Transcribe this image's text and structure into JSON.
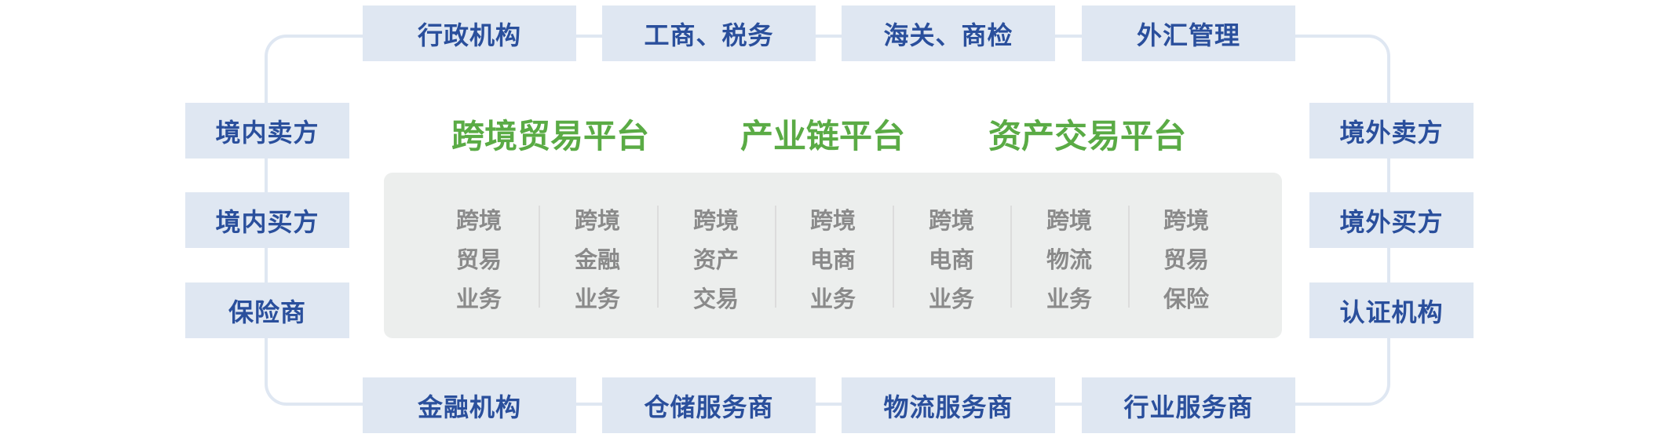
{
  "top": [
    "行政机构",
    "工商、税务",
    "海关、商检",
    "外汇管理"
  ],
  "bottom": [
    "金融机构",
    "仓储服务商",
    "物流服务商",
    "行业服务商"
  ],
  "left": [
    "境内卖方",
    "境内买方",
    "保险商"
  ],
  "right": [
    "境外卖方",
    "境外买方",
    "认证机构"
  ],
  "platforms": [
    "跨境贸易平台",
    "产业链平台",
    "资产交易平台"
  ],
  "services": [
    [
      "跨境",
      "贸易",
      "业务"
    ],
    [
      "跨境",
      "金融",
      "业务"
    ],
    [
      "跨境",
      "资产",
      "交易"
    ],
    [
      "跨境",
      "电商",
      "业务"
    ],
    [
      "跨境",
      "电商",
      "业务"
    ],
    [
      "跨境",
      "物流",
      "业务"
    ],
    [
      "跨境",
      "贸易",
      "保险"
    ]
  ]
}
